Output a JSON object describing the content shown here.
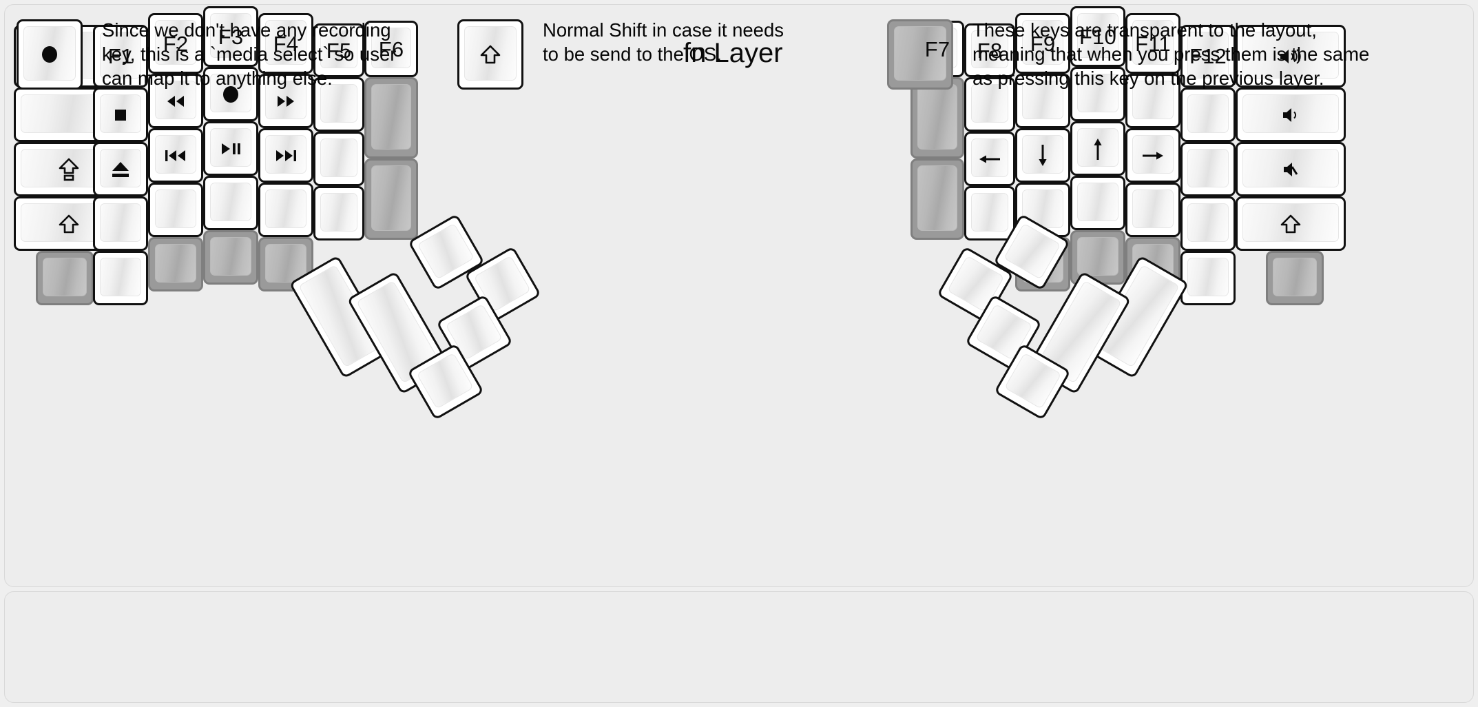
{
  "title": "fn Layer",
  "colors": {
    "background": "#efefef",
    "panel": "#ededed",
    "key_face": "#ffffff",
    "key_border": "#111111",
    "transparent_key": "#9a9a9a",
    "transparent_key_face": "#b4b4b4",
    "legend_text": "#060606"
  },
  "left_half": {
    "columns": [
      {
        "name": "pinky-outer",
        "keys": [
          {
            "label": "",
            "icon": "",
            "type": "normal"
          },
          {
            "label": "",
            "icon": "",
            "type": "normal"
          },
          {
            "label": "",
            "icon": "caps-lock-icon",
            "type": "normal"
          },
          {
            "label": "",
            "icon": "shift-icon",
            "type": "normal"
          },
          {
            "label": "",
            "icon": "",
            "type": "transparent"
          }
        ]
      },
      {
        "name": "pinky",
        "keys": [
          {
            "label": "F1",
            "icon": "",
            "type": "normal"
          },
          {
            "label": "",
            "icon": "media-stop-icon",
            "type": "normal"
          },
          {
            "label": "",
            "icon": "media-eject-icon",
            "type": "normal"
          },
          {
            "label": "",
            "icon": "",
            "type": "normal"
          },
          {
            "label": "",
            "icon": "",
            "type": "normal"
          }
        ]
      },
      {
        "name": "ring",
        "keys": [
          {
            "label": "F2",
            "icon": "",
            "type": "normal"
          },
          {
            "label": "",
            "icon": "media-rewind-icon",
            "type": "normal"
          },
          {
            "label": "",
            "icon": "media-previous-icon",
            "type": "normal"
          },
          {
            "label": "",
            "icon": "",
            "type": "normal"
          },
          {
            "label": "",
            "icon": "",
            "type": "transparent"
          }
        ]
      },
      {
        "name": "middle",
        "keys": [
          {
            "label": "F3",
            "icon": "",
            "type": "normal"
          },
          {
            "label": "",
            "icon": "media-record-icon",
            "type": "normal"
          },
          {
            "label": "",
            "icon": "media-play-pause-icon",
            "type": "normal"
          },
          {
            "label": "",
            "icon": "",
            "type": "normal"
          },
          {
            "label": "",
            "icon": "",
            "type": "transparent"
          }
        ]
      },
      {
        "name": "index",
        "keys": [
          {
            "label": "F4",
            "icon": "",
            "type": "normal"
          },
          {
            "label": "",
            "icon": "media-fast-forward-icon",
            "type": "normal"
          },
          {
            "label": "",
            "icon": "media-next-icon",
            "type": "normal"
          },
          {
            "label": "",
            "icon": "",
            "type": "normal"
          },
          {
            "label": "",
            "icon": "",
            "type": "transparent"
          }
        ]
      },
      {
        "name": "index-inner",
        "keys": [
          {
            "label": "F5",
            "icon": "",
            "type": "normal"
          },
          {
            "label": "",
            "icon": "",
            "type": "normal"
          },
          {
            "label": "",
            "icon": "",
            "type": "normal"
          },
          {
            "label": "",
            "icon": "",
            "type": "normal"
          }
        ]
      },
      {
        "name": "inner-column",
        "keys": [
          {
            "label": "F6",
            "icon": "",
            "type": "normal"
          },
          {
            "label": "",
            "icon": "",
            "type": "transparent",
            "size": "tall"
          },
          {
            "label": "",
            "icon": "",
            "type": "transparent",
            "size": "tall"
          }
        ]
      }
    ],
    "thumb_cluster": [
      {
        "name": "thumb-big-outer",
        "size": "2u",
        "label": "",
        "type": "normal"
      },
      {
        "name": "thumb-big-inner",
        "size": "2u",
        "label": "",
        "type": "normal"
      },
      {
        "name": "thumb-small-top-left",
        "size": "1u",
        "label": "",
        "type": "normal"
      },
      {
        "name": "thumb-small-top-right",
        "size": "1u",
        "label": "",
        "type": "normal"
      },
      {
        "name": "thumb-small-mid",
        "size": "1u",
        "label": "",
        "type": "normal"
      },
      {
        "name": "thumb-small-bottom",
        "size": "1u",
        "label": "",
        "type": "normal"
      }
    ]
  },
  "right_half": {
    "columns": [
      {
        "name": "inner-column",
        "keys": [
          {
            "label": "F7",
            "icon": "",
            "type": "normal"
          },
          {
            "label": "",
            "icon": "",
            "type": "transparent",
            "size": "tall"
          },
          {
            "label": "",
            "icon": "",
            "type": "transparent",
            "size": "tall"
          }
        ]
      },
      {
        "name": "index-inner",
        "keys": [
          {
            "label": "F8",
            "icon": "",
            "type": "normal"
          },
          {
            "label": "",
            "icon": "",
            "type": "normal"
          },
          {
            "label": "",
            "icon": "arrow-left-icon",
            "type": "normal"
          },
          {
            "label": "",
            "icon": "",
            "type": "normal"
          }
        ]
      },
      {
        "name": "index",
        "keys": [
          {
            "label": "F9",
            "icon": "",
            "type": "normal"
          },
          {
            "label": "",
            "icon": "",
            "type": "normal"
          },
          {
            "label": "",
            "icon": "arrow-down-icon",
            "type": "normal"
          },
          {
            "label": "",
            "icon": "",
            "type": "normal"
          },
          {
            "label": "",
            "icon": "",
            "type": "transparent"
          }
        ]
      },
      {
        "name": "middle",
        "keys": [
          {
            "label": "F10",
            "icon": "",
            "type": "normal"
          },
          {
            "label": "",
            "icon": "",
            "type": "normal"
          },
          {
            "label": "",
            "icon": "arrow-up-icon",
            "type": "normal"
          },
          {
            "label": "",
            "icon": "",
            "type": "normal"
          },
          {
            "label": "",
            "icon": "",
            "type": "transparent"
          }
        ]
      },
      {
        "name": "ring",
        "keys": [
          {
            "label": "F11",
            "icon": "",
            "type": "normal"
          },
          {
            "label": "",
            "icon": "",
            "type": "normal"
          },
          {
            "label": "",
            "icon": "arrow-right-icon",
            "type": "normal"
          },
          {
            "label": "",
            "icon": "",
            "type": "normal"
          },
          {
            "label": "",
            "icon": "",
            "type": "transparent"
          }
        ]
      },
      {
        "name": "pinky",
        "keys": [
          {
            "label": "F12",
            "icon": "",
            "type": "normal"
          },
          {
            "label": "",
            "icon": "",
            "type": "normal"
          },
          {
            "label": "",
            "icon": "",
            "type": "normal"
          },
          {
            "label": "",
            "icon": "",
            "type": "normal"
          },
          {
            "label": "",
            "icon": "",
            "type": "normal"
          }
        ]
      },
      {
        "name": "pinky-outer",
        "keys": [
          {
            "label": "",
            "icon": "volume-up-icon",
            "type": "normal"
          },
          {
            "label": "",
            "icon": "volume-down-icon",
            "type": "normal"
          },
          {
            "label": "",
            "icon": "volume-mute-icon",
            "type": "normal"
          },
          {
            "label": "",
            "icon": "shift-icon",
            "type": "normal"
          },
          {
            "label": "",
            "icon": "",
            "type": "transparent"
          }
        ]
      }
    ],
    "thumb_cluster": [
      {
        "name": "thumb-big-outer",
        "size": "2u",
        "label": "",
        "type": "normal"
      },
      {
        "name": "thumb-big-inner",
        "size": "2u",
        "label": "",
        "type": "normal"
      },
      {
        "name": "thumb-small-top-right",
        "size": "1u",
        "label": "",
        "type": "normal"
      },
      {
        "name": "thumb-small-top-left",
        "size": "1u",
        "label": "",
        "type": "normal"
      },
      {
        "name": "thumb-small-mid",
        "size": "1u",
        "label": "",
        "type": "normal"
      },
      {
        "name": "thumb-small-bottom",
        "size": "1u",
        "label": "",
        "type": "normal"
      }
    ]
  },
  "legend": [
    {
      "icon": "media-record-icon",
      "key_type": "normal",
      "text": "Since we don't have any recording\nkey, this is a `media select` so user\ncan map it to anything else."
    },
    {
      "icon": "shift-icon",
      "key_type": "normal",
      "text": "Normal Shift in case it needs\nto be send to the OS."
    },
    {
      "icon": "",
      "key_type": "transparent",
      "text": "These keys are transparent to the layout,\nmeaning that when you press them is the same\nas pressing this key on the previous layer."
    }
  ]
}
